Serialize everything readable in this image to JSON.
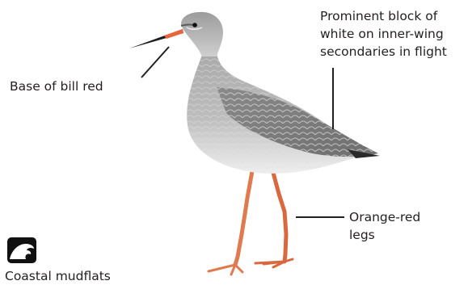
{
  "annotations": {
    "bill": "Base of bill red",
    "wing": [
      "Prominent block of",
      "white on inner-wing",
      "secondaries in flight"
    ],
    "legs": [
      "Orange-red",
      "legs"
    ]
  },
  "habitat": {
    "icon": "wave-icon",
    "label": "Coastal mudflats"
  },
  "colors": {
    "bill_base": "#e8643c",
    "legs": "#e07a4f",
    "plumage": "#9a9a9a",
    "text": "#231f20"
  }
}
